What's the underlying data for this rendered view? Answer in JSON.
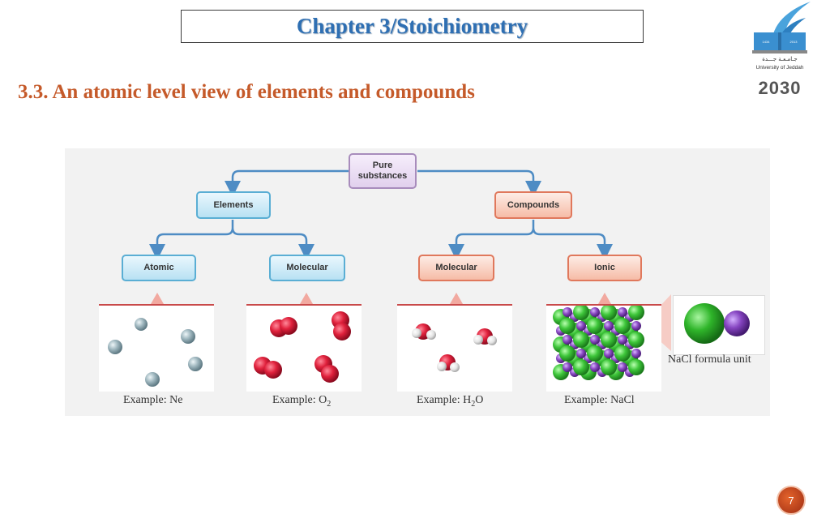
{
  "header": {
    "title": "Chapter 3/Stoichiometry",
    "subtitle": "3.3. An atomic level view of elements and compounds"
  },
  "logo": {
    "arabic_text": "جـامـعـة جـــدة",
    "university": "University of Jeddah",
    "vision": "2030",
    "book_left": "1434",
    "book_right": "2013"
  },
  "diagram": {
    "root": "Pure substances",
    "root_line1": "Pure",
    "root_line2": "substances",
    "elements": "Elements",
    "compounds": "Compounds",
    "atomic": "Atomic",
    "molecular_element": "Molecular",
    "molecular_compound": "Molecular",
    "ionic": "Ionic",
    "examples": {
      "ne": "Example: Ne",
      "o2_prefix": "Example: O",
      "o2_sub": "2",
      "h2o_prefix": "Example: H",
      "h2o_sub": "2",
      "h2o_suffix": "O",
      "nacl": "Example: NaCl"
    },
    "nacl_formula_unit": "NaCl formula unit"
  },
  "colors": {
    "title": "#2e6fb3",
    "subtitle": "#c55a2a",
    "element_box": "#b8e1f3",
    "compound_box": "#f6bca7",
    "pure_box": "#e1d0ed",
    "arrow": "#4e8cc4"
  },
  "footer": {
    "page_number": "7"
  }
}
